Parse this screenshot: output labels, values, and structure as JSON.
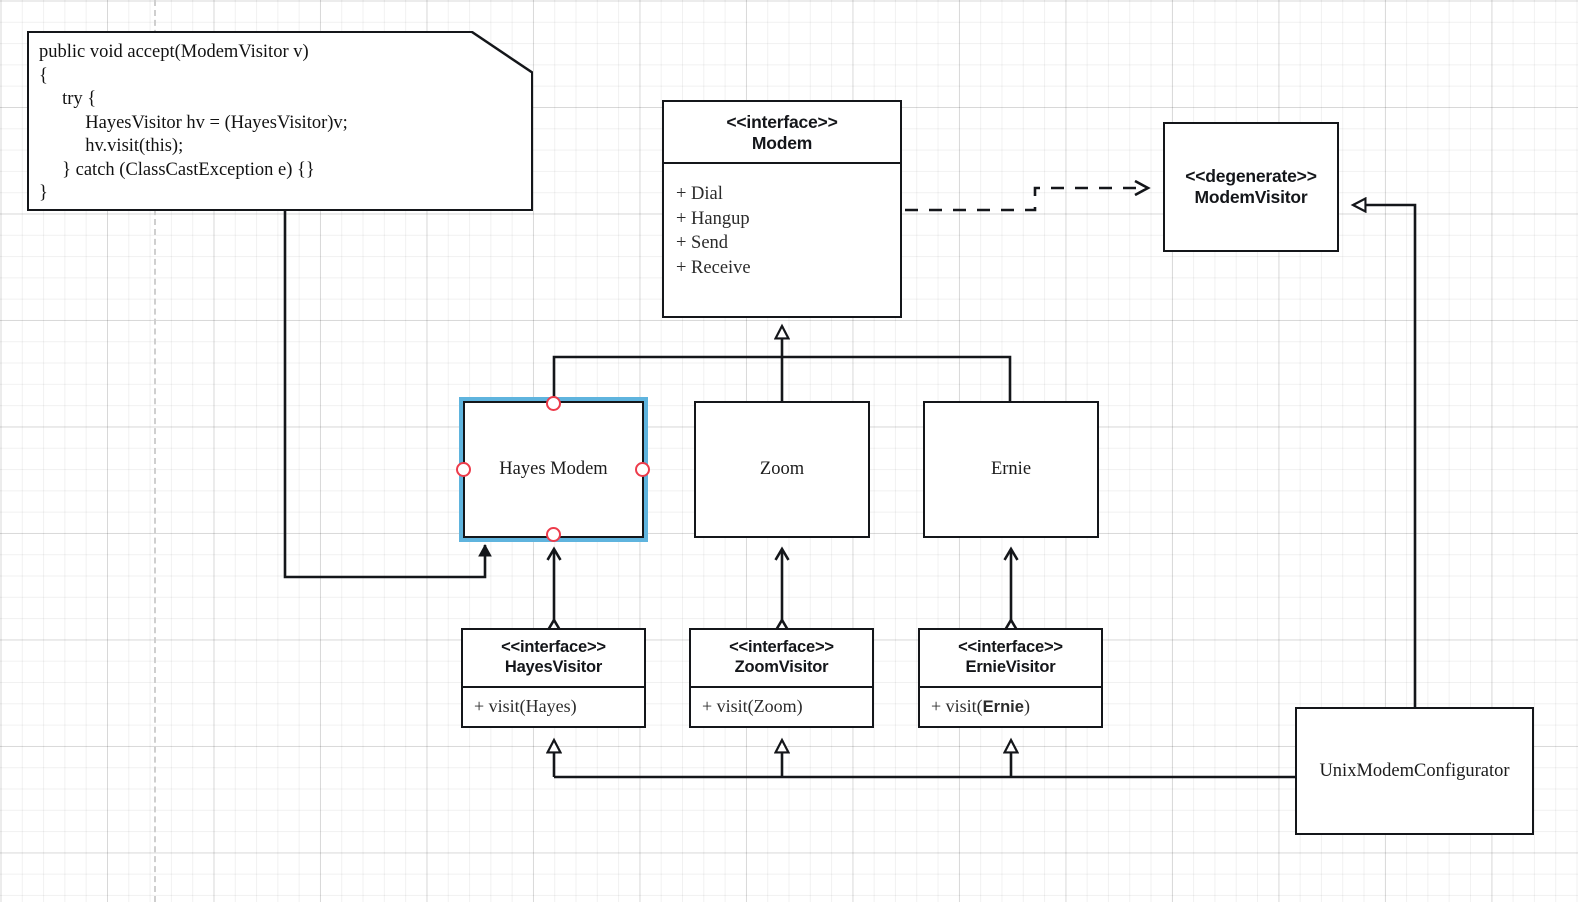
{
  "diagram": {
    "title": "Visitor pattern UML class diagram",
    "note": {
      "name": "accept-method-note",
      "code": "public void accept(ModemVisitor v)\n{\n     try {\n          HayesVisitor hv = (HayesVisitor)v;\n          hv.visit(this);\n     } catch (ClassCastException e) {}\n}"
    },
    "nodes": {
      "modem": {
        "stereotype": "<<interface>>",
        "name": "Modem",
        "members": [
          "+ Dial",
          "+ Hangup",
          "+ Send",
          "+ Receive"
        ]
      },
      "modem_visitor": {
        "stereotype": "<<degenerate>>",
        "name": "ModemVisitor"
      },
      "hayes_modem": {
        "name": "Hayes Modem",
        "selected": true
      },
      "zoom_modem": {
        "name": "Zoom"
      },
      "ernie_modem": {
        "name": "Ernie"
      },
      "hayes_visitor": {
        "stereotype": "<<interface>>",
        "name": "HayesVisitor",
        "method_prefix": "+ visit(",
        "method_arg": "Hayes",
        "method_suffix": ")"
      },
      "zoom_visitor": {
        "stereotype": "<<interface>>",
        "name": "ZoomVisitor",
        "method_prefix": "+ visit(",
        "method_arg": "Zoom",
        "method_suffix": ")"
      },
      "ernie_visitor": {
        "stereotype": "<<interface>>",
        "name": "ErnieVisitor",
        "method_prefix": "+ visit(",
        "method_arg": "Ernie",
        "method_suffix": ")"
      },
      "unix_configurator": {
        "name": "UnixModemConfigurator"
      }
    },
    "colors": {
      "stroke": "#14161a",
      "selection": "#5fb4de",
      "handle": "#ed3b4b",
      "canvas": "#ffffff",
      "grid_minor": "rgba(0,0,0,0.055)",
      "grid_major": "rgba(0,0,0,0.10)",
      "page_guide": "#cfcfcf"
    },
    "edges": [
      {
        "name": "modem-depends-on-modemvisitor",
        "kind": "dependency-dashed-open-arrow"
      },
      {
        "name": "hayes-realizes-modem",
        "kind": "generalization-hollow-triangle"
      },
      {
        "name": "zoom-realizes-modem",
        "kind": "generalization-hollow-triangle"
      },
      {
        "name": "ernie-realizes-modem",
        "kind": "generalization-hollow-triangle"
      },
      {
        "name": "hayes-visits-hayesvisitor",
        "kind": "bidirectional-open-arrow"
      },
      {
        "name": "zoom-visits-zoomvisitor",
        "kind": "bidirectional-open-arrow"
      },
      {
        "name": "ernie-visits-ernievisitor",
        "kind": "bidirectional-open-arrow"
      },
      {
        "name": "unixconfigurator-realizes-hayesvisitor",
        "kind": "generalization-hollow-triangle"
      },
      {
        "name": "unixconfigurator-realizes-zoomvisitor",
        "kind": "generalization-hollow-triangle"
      },
      {
        "name": "unixconfigurator-realizes-ernievisitor",
        "kind": "generalization-hollow-triangle"
      },
      {
        "name": "unixconfigurator-realizes-modemvisitor",
        "kind": "generalization-hollow-triangle"
      },
      {
        "name": "note-anchor-hayes",
        "kind": "solid-filled-arrow"
      }
    ]
  }
}
